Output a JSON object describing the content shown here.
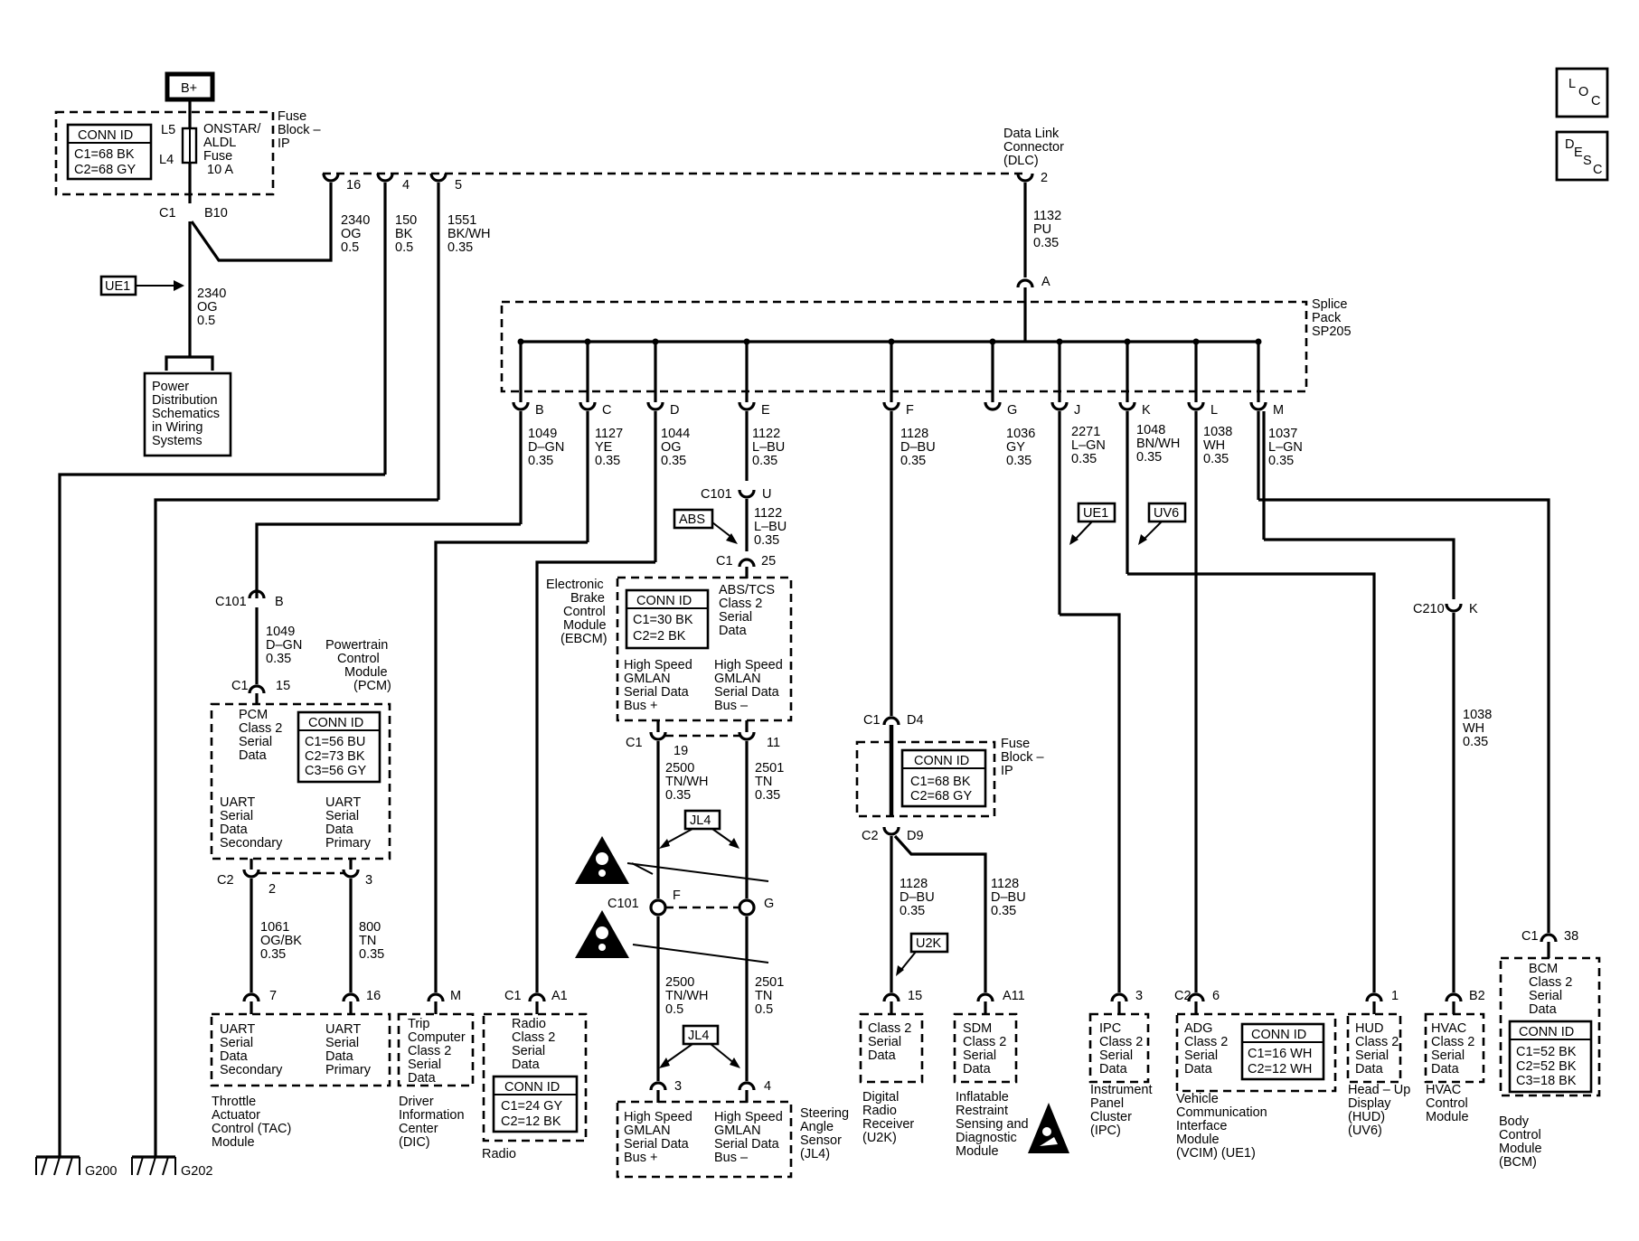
{
  "top": {
    "bplus": "B+",
    "loc": [
      "L",
      "O",
      "C"
    ],
    "desc": [
      "D",
      "E",
      "S",
      "C"
    ]
  },
  "fuse": {
    "block": [
      "Fuse",
      "Block –",
      "IP"
    ],
    "name": [
      "ONSTAR/",
      "ALDL",
      "Fuse",
      "10 A"
    ],
    "l5": "L5",
    "l4": "L4",
    "connid_title": "CONN ID",
    "connid": [
      "C1=68 BK",
      "C2=68 GY"
    ],
    "c1": "C1",
    "pin": "B10"
  },
  "ue1_tag": "UE1",
  "uv6_tag": "UV6",
  "abs_tag": "ABS",
  "jl4_tag": "JL4",
  "u2k_tag": "U2K",
  "wire_fuse": [
    "2340",
    "OG",
    "0.5"
  ],
  "power_dist": [
    "Power",
    "Distribution",
    "Schematics",
    "in Wiring",
    "Systems"
  ],
  "dlc": {
    "title": [
      "Data Link",
      "Connector",
      "(DLC)"
    ],
    "pin2": "2",
    "pin16": "16",
    "pin4": "4",
    "pin5": "5"
  },
  "w16": [
    "2340",
    "OG",
    "0.5"
  ],
  "w4": [
    "150",
    "BK",
    "0.5"
  ],
  "w5": [
    "1551",
    "BK/WH",
    "0.35"
  ],
  "w1132": [
    "1132",
    "PU",
    "0.35"
  ],
  "pinA": "A",
  "splice": [
    "Splice",
    "Pack",
    "SP205"
  ],
  "splice_pins": [
    "B",
    "C",
    "D",
    "E",
    "F",
    "G",
    "J",
    "K",
    "L",
    "M"
  ],
  "wB": [
    "1049",
    "D–GN",
    "0.35"
  ],
  "wC": [
    "1127",
    "YE",
    "0.35"
  ],
  "wD": [
    "1044",
    "OG",
    "0.35"
  ],
  "wE": [
    "1122",
    "L–BU",
    "0.35"
  ],
  "wF": [
    "1128",
    "D–BU",
    "0.35"
  ],
  "wG": [
    "1036",
    "GY",
    "0.35"
  ],
  "wJ": [
    "2271",
    "L–GN",
    "0.35"
  ],
  "wK": [
    "1048",
    "BN/WH",
    "0.35"
  ],
  "wL": [
    "1038",
    "WH",
    "0.35"
  ],
  "wM": [
    "1037",
    "L–GN",
    "0.35"
  ],
  "c101u": {
    "c": "C101",
    "p": "U"
  },
  "wE2": [
    "1122",
    "L–BU",
    "0.35"
  ],
  "c1_25": {
    "c": "C1",
    "p": "25"
  },
  "ebcm": {
    "title": [
      "Electronic",
      "Brake",
      "Control",
      "Module",
      "(EBCM)"
    ],
    "abs": [
      "ABS/TCS",
      "Class 2",
      "Serial",
      "Data"
    ],
    "connid_title": "CONN ID",
    "connid": [
      "C1=30 BK",
      "C2=2 BK"
    ],
    "hsp": [
      "High Speed",
      "GMLAN",
      "Serial Data",
      "Bus +"
    ],
    "hsm": [
      "High Speed",
      "GMLAN",
      "Serial Data",
      "Bus –"
    ],
    "c1": "C1",
    "p19": "19",
    "p11": "11"
  },
  "w2500a": [
    "2500",
    "TN/WH",
    "0.35"
  ],
  "w2501a": [
    "2501",
    "TN",
    "0.35"
  ],
  "c101fg": {
    "c": "C101",
    "f": "F",
    "g": "G"
  },
  "w2500b": [
    "2500",
    "TN/WH",
    "0.5"
  ],
  "w2501b": [
    "2501",
    "TN",
    "0.5"
  ],
  "sas": {
    "p3": "3",
    "p4": "4",
    "hsp": [
      "High Speed",
      "GMLAN",
      "Serial Data",
      "Bus +"
    ],
    "hsm": [
      "High Speed",
      "GMLAN",
      "Serial Data",
      "Bus –"
    ],
    "title": [
      "Steering",
      "Angle",
      "Sensor",
      "(JL4)"
    ]
  },
  "c101b": {
    "c": "C101",
    "p": "B"
  },
  "wB2": [
    "1049",
    "D–GN",
    "0.35"
  ],
  "pcm": {
    "title": [
      "Powertrain",
      "Control",
      "Module",
      "(PCM)"
    ],
    "c1": "C1",
    "p15": "15",
    "class2": [
      "PCM",
      "Class 2",
      "Serial",
      "Data"
    ],
    "connid_title": "CONN ID",
    "connid": [
      "C1=56 BU",
      "C2=73 BK",
      "C3=56 GY"
    ],
    "uart_sec": [
      "UART",
      "Serial",
      "Data",
      "Secondary"
    ],
    "uart_pri": [
      "UART",
      "Serial",
      "Data",
      "Primary"
    ],
    "c2": "C2",
    "p2": "2",
    "p3": "3"
  },
  "w1061": [
    "1061",
    "OG/BK",
    "0.35"
  ],
  "w800": [
    "800",
    "TN",
    "0.35"
  ],
  "tac": {
    "p7": "7",
    "p16": "16",
    "uart_sec": [
      "UART",
      "Serial",
      "Data",
      "Secondary"
    ],
    "uart_pri": [
      "UART",
      "Serial",
      "Data",
      "Primary"
    ],
    "title": [
      "Throttle",
      "Actuator",
      "Control (TAC)",
      "Module"
    ]
  },
  "dic": {
    "pin": "M",
    "box": [
      "Trip",
      "Computer",
      "Class 2",
      "Serial",
      "Data"
    ],
    "title": [
      "Driver",
      "Information",
      "Center",
      "(DIC)"
    ]
  },
  "radio": {
    "c1": "C1",
    "pin": "A1",
    "box": [
      "Radio",
      "Class 2",
      "Serial",
      "Data"
    ],
    "connid_title": "CONN ID",
    "connid": [
      "C1=24 GY",
      "C2=12 BK"
    ],
    "title": "Radio"
  },
  "fb2": {
    "c1": "C1",
    "d4": "D4",
    "title": [
      "Fuse",
      "Block –",
      "IP"
    ],
    "connid_title": "CONN ID",
    "connid": [
      "C1=68 BK",
      "C2=68 GY"
    ],
    "c2": "C2",
    "d9": "D9"
  },
  "w1128a": [
    "1128",
    "D–BU",
    "0.35"
  ],
  "w1128b": [
    "1128",
    "D–BU",
    "0.35"
  ],
  "u2k": {
    "pin": "15",
    "box": [
      "Class 2",
      "Serial",
      "Data"
    ],
    "title": [
      "Digital",
      "Radio",
      "Receiver",
      "(U2K)"
    ]
  },
  "sdm": {
    "pin": "A11",
    "box": [
      "SDM",
      "Class 2",
      "Serial",
      "Data"
    ],
    "title": [
      "Inflatable",
      "Restraint",
      "Sensing and",
      "Diagnostic",
      "Module"
    ]
  },
  "ipc": {
    "pin": "3",
    "box": [
      "IPC",
      "Class 2",
      "Serial",
      "Data"
    ],
    "title": [
      "Instrument",
      "Panel",
      "Cluster",
      "(IPC)"
    ]
  },
  "vcim": {
    "c2": "C2",
    "pin": "6",
    "box": [
      "ADG",
      "Class 2",
      "Serial",
      "Data"
    ],
    "connid_title": "CONN ID",
    "connid": [
      "C1=16 WH",
      "C2=12 WH"
    ],
    "title": [
      "Vehicle",
      "Communication",
      "Interface",
      "Module",
      "(VCIM) (UE1)"
    ]
  },
  "hud": {
    "pin": "1",
    "box": [
      "HUD",
      "Class 2",
      "Serial",
      "Data"
    ],
    "title": [
      "Head – Up",
      "Display",
      "(HUD)",
      "(UV6)"
    ]
  },
  "c210": {
    "c": "C210",
    "p": "K"
  },
  "w1038b": [
    "1038",
    "WH",
    "0.35"
  ],
  "hvac": {
    "pin": "B2",
    "box": [
      "HVAC",
      "Class 2",
      "Serial",
      "Data"
    ],
    "title": [
      "HVAC",
      "Control",
      "Module"
    ]
  },
  "bcm": {
    "c1": "C1",
    "pin": "38",
    "box": [
      "BCM",
      "Class 2",
      "Serial",
      "Data"
    ],
    "connid_title": "CONN ID",
    "connid": [
      "C1=52 BK",
      "C2=52 BK",
      "C3=18 BK"
    ],
    "title": [
      "Body",
      "Control",
      "Module",
      "(BCM)"
    ]
  },
  "grounds": {
    "g200": "G200",
    "g202": "G202"
  }
}
